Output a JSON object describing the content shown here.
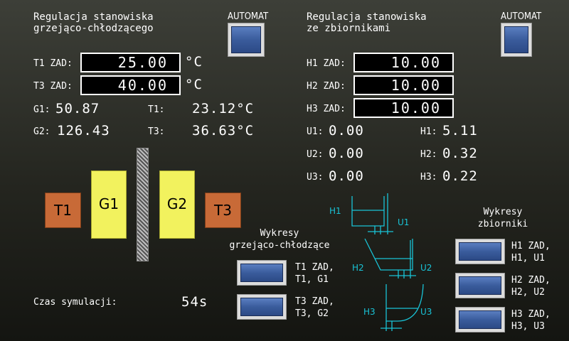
{
  "left": {
    "title": "Regulacja stanowiska\ngrzejąco-chłodzącego",
    "automat_label": "AUTOMAT",
    "t1_zad_label": "T1 ZAD:",
    "t1_zad_value": "25.00",
    "t3_zad_label": "T3 ZAD:",
    "t3_zad_value": "40.00",
    "unit": "°C",
    "g1_label": "G1:",
    "g1_value": "50.87",
    "g2_label": "G2:",
    "g2_value": "126.43",
    "t1_label": "T1:",
    "t1_value": "23.12°C",
    "t3_label": "T3:",
    "t3_value": "36.63°C",
    "diagram": {
      "t1": "T1",
      "g1": "G1",
      "g2": "G2",
      "t3": "T3"
    },
    "charts_title": "Wykresy\ngrzejąco-chłodzące",
    "chart_btn1_label": "T1 ZAD,\nT1, G1",
    "chart_btn2_label": "T3 ZAD,\nT3, G2",
    "sim_label": "Czas symulacji:",
    "sim_value": "54s"
  },
  "right": {
    "title": "Regulacja stanowiska\nze zbiornikami",
    "automat_label": "AUTOMAT",
    "h1_zad_label": "H1 ZAD:",
    "h1_zad_value": "10.00",
    "h2_zad_label": "H2 ZAD:",
    "h2_zad_value": "10.00",
    "h3_zad_label": "H3 ZAD:",
    "h3_zad_value": "10.00",
    "u1_label": "U1:",
    "u1_value": "0.00",
    "u2_label": "U2:",
    "u2_value": "0.00",
    "u3_label": "U3:",
    "u3_value": "0.00",
    "h1_label": "H1:",
    "h1_value": "5.11",
    "h2_label": "H2:",
    "h2_value": "0.32",
    "h3_label": "H3:",
    "h3_value": "0.22",
    "diagram": {
      "h1": "H1",
      "u1": "U1",
      "h2": "H2",
      "u2": "U2",
      "h3": "H3",
      "u3": "U3"
    },
    "charts_title": "Wykresy\nzbiorniki",
    "chart_btn1_label": "H1 ZAD,\nH1, U1",
    "chart_btn2_label": "H2 ZAD,\nH2, U2",
    "chart_btn3_label": "H3 ZAD,\nH3, U3"
  },
  "colors": {
    "button_face": "#3a5c9c",
    "temp_block": "#c86a37",
    "heater_block": "#f2f25e",
    "tank_diagram": "#19c3d6"
  }
}
